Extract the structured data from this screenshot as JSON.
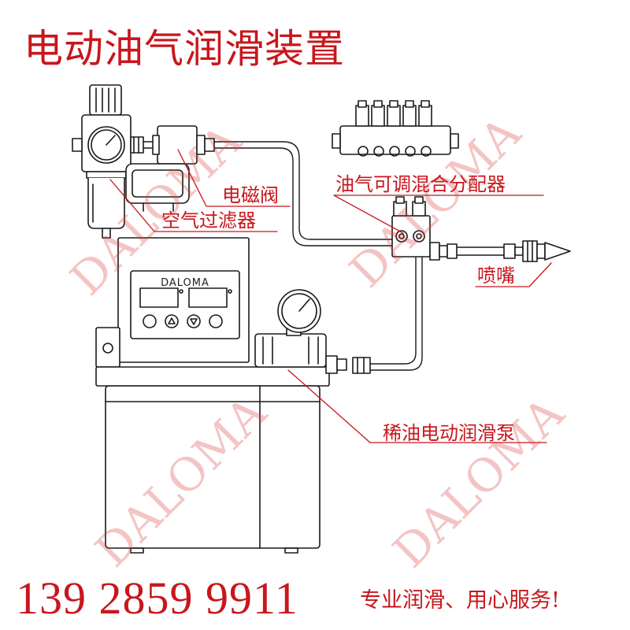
{
  "title": "电动油气润滑装置",
  "panel": {
    "brand": "DALOMA"
  },
  "callouts": {
    "solenoid_valve": "电磁阀",
    "air_filter": "空气过滤器",
    "distributor": "油气可调混合分配器",
    "nozzle": "喷嘴",
    "pump": "稀油电动润滑泵"
  },
  "watermark": "DALOMA",
  "footer": {
    "phone": "139 2859 9911",
    "slogan": "专业润滑、用心服务!"
  },
  "colors": {
    "accent": "#c8161d",
    "line": "#1a1a1a",
    "watermark": "#e89090"
  }
}
